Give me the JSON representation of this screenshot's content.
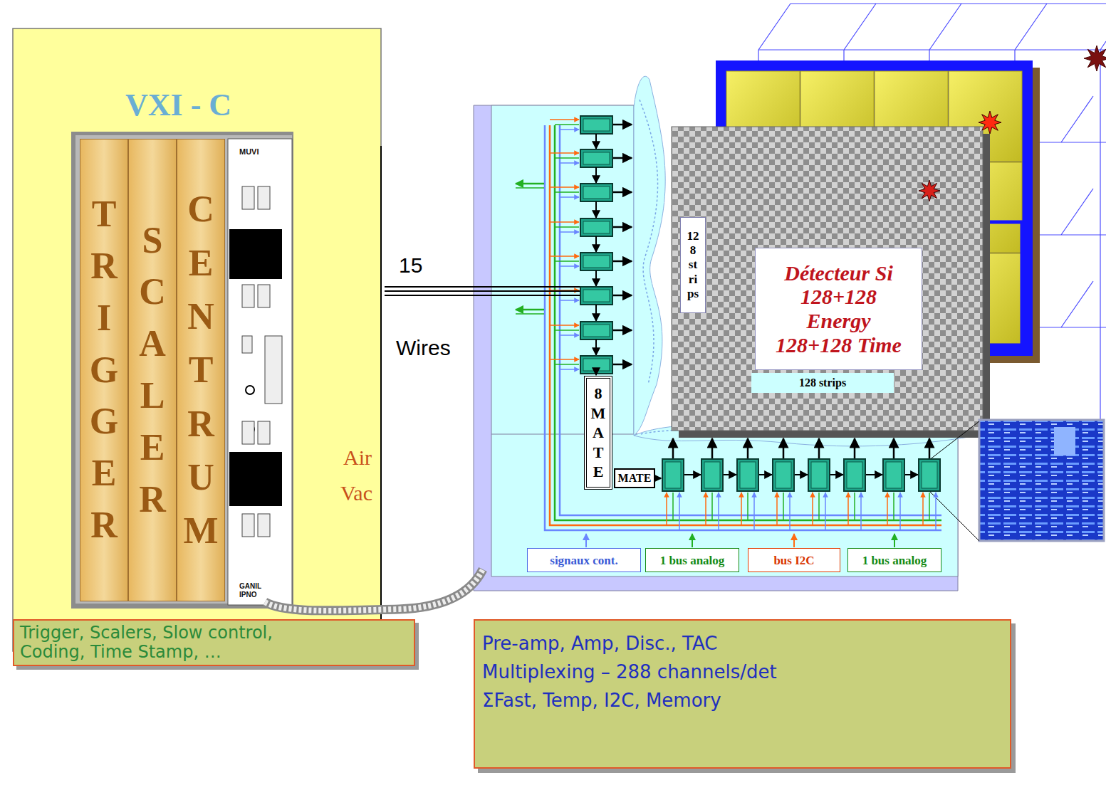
{
  "diagram": {
    "nodes": [
      {
        "text": [
          "VXI - C"
        ]
      },
      {
        "text": [
          "TRIGGER"
        ],
        "in": 0
      },
      {
        "text": [
          "SCALER"
        ],
        "in": 0
      },
      {
        "text": [
          "CENTRUM"
        ],
        "in": 0
      },
      {
        "text": [
          "MUVI",
          "GANIL IPNO"
        ],
        "in": 0
      },
      {
        "text": [
          "Trigger, Scalers, Slow control, Coding, Time Stamp, …"
        ]
      },
      {
        "text": [
          "8 MATE"
        ]
      },
      {
        "text": [
          "MATE"
        ]
      },
      {
        "text": [
          "Détecteur Si 128+128 Energy 128+128 Time"
        ]
      },
      {
        "text": [
          "128 strips"
        ]
      },
      {
        "text": [
          "128 strips"
        ]
      },
      {
        "text": [
          "signaux cont."
        ]
      },
      {
        "text": [
          "1 bus analog"
        ]
      },
      {
        "text": [
          "bus I2C"
        ]
      },
      {
        "text": [
          "1 bus analog"
        ]
      },
      {
        "text": [
          "Pre-amp, Amp, Disc., TAC",
          "Multiplexing – 288 channels/det",
          "ΣFast, Temp, I2C, Memory"
        ]
      }
    ],
    "labels": [
      "15",
      "Wires",
      "Air",
      "Vac"
    ]
  }
}
